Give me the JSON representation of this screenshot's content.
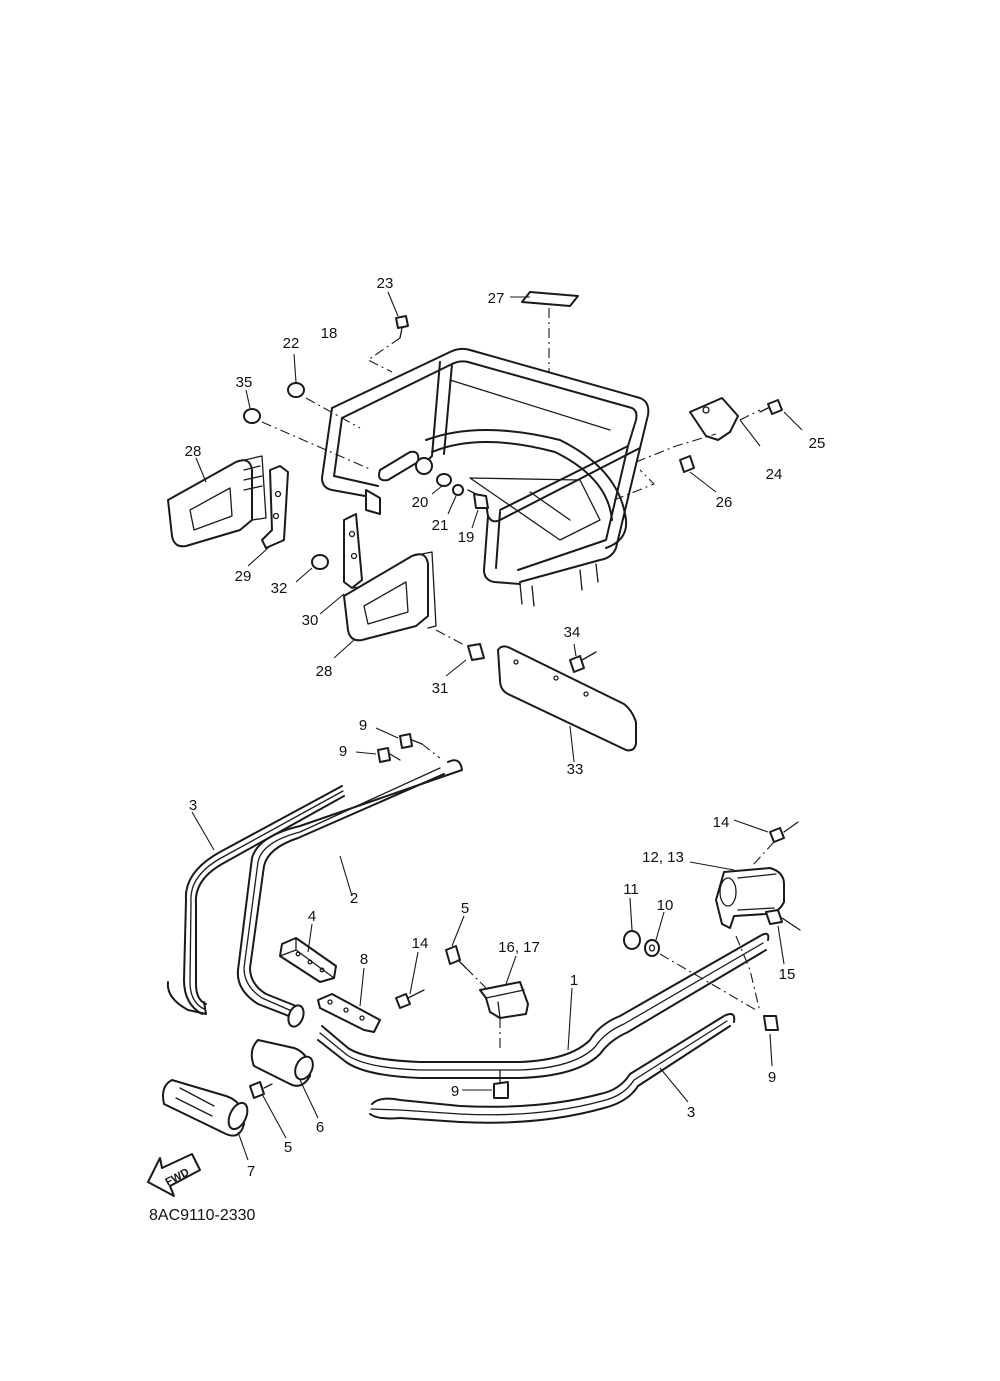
{
  "diagram": {
    "callouts": {
      "c1": "1",
      "c2": "2",
      "c3a": "3",
      "c3b": "3",
      "c4": "4",
      "c5a": "5",
      "c5b": "5",
      "c6": "6",
      "c7": "7",
      "c8": "8",
      "c9a": "9",
      "c9b": "9",
      "c9c": "9",
      "c9d": "9",
      "c10": "10",
      "c11": "11",
      "c12_13": "12, 13",
      "c14a": "14",
      "c14b": "14",
      "c15": "15",
      "c16_17": "16, 17",
      "c18": "18",
      "c19": "19",
      "c20": "20",
      "c21": "21",
      "c22": "22",
      "c23": "23",
      "c24": "24",
      "c25": "25",
      "c26": "26",
      "c27": "27",
      "c28a": "28",
      "c28b": "28",
      "c29": "29",
      "c30": "30",
      "c31": "31",
      "c32": "32",
      "c33": "33",
      "c34": "34",
      "c35": "35"
    },
    "fwd_label": "FWD",
    "drawing_code": "8AC9110-2330"
  }
}
